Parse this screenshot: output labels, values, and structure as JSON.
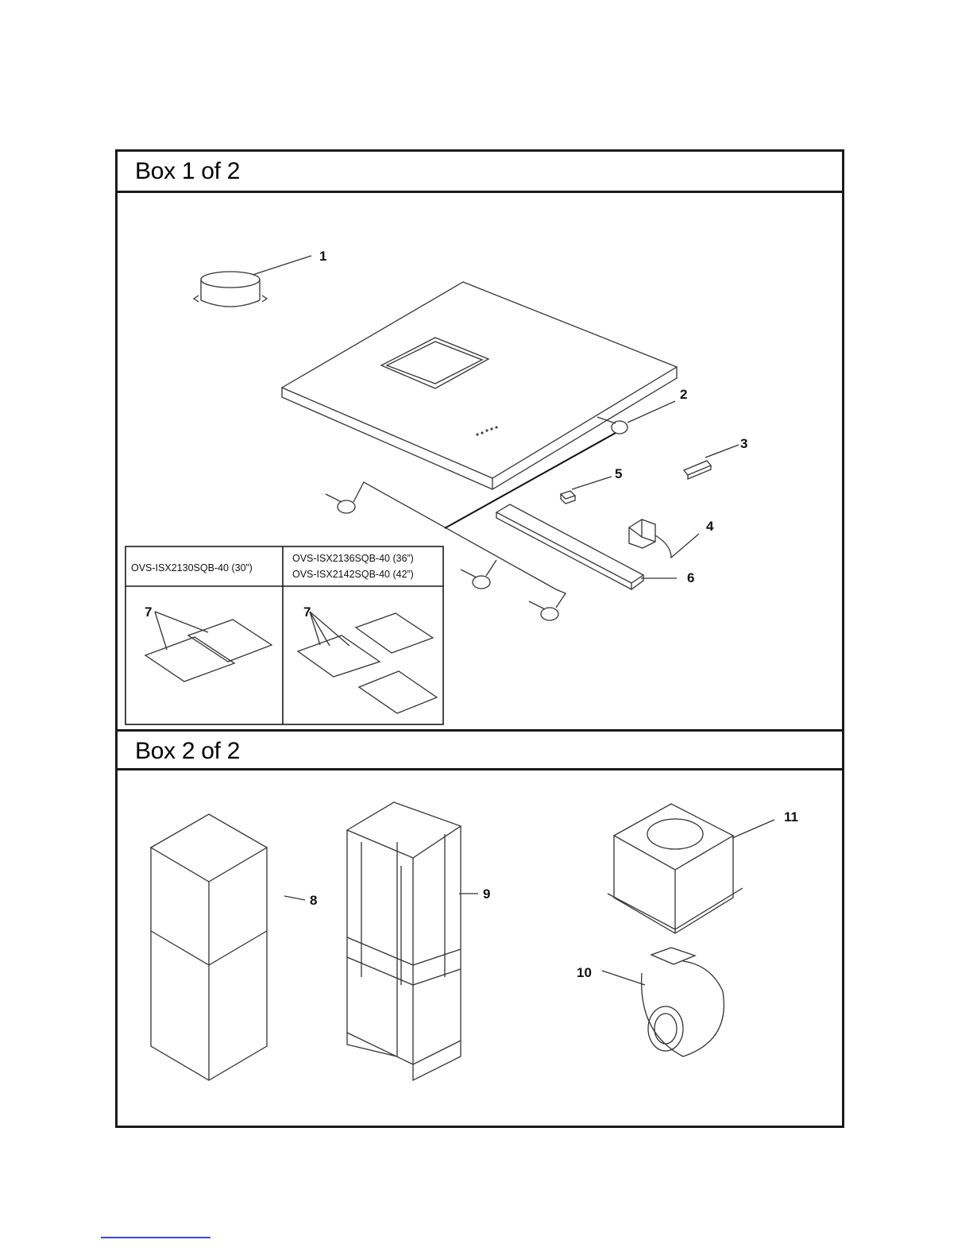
{
  "boxes": [
    {
      "title": "Box 1 of 2"
    },
    {
      "title": "Box 2 of 2"
    }
  ],
  "models": {
    "left": [
      "OVS-ISX2130SQB-40 (30”)"
    ],
    "right": [
      "OVS-ISX2136SQB-40 (36”)",
      "OVS-ISX2142SQB-40 (42”)"
    ]
  },
  "callouts": {
    "p1": "1",
    "p2": "2",
    "p3": "3",
    "p4": "4",
    "p5": "5",
    "p6": "6",
    "p7a": "7",
    "p7b": "7",
    "p8": "8",
    "p9": "9",
    "p10": "10",
    "p11": "11"
  }
}
